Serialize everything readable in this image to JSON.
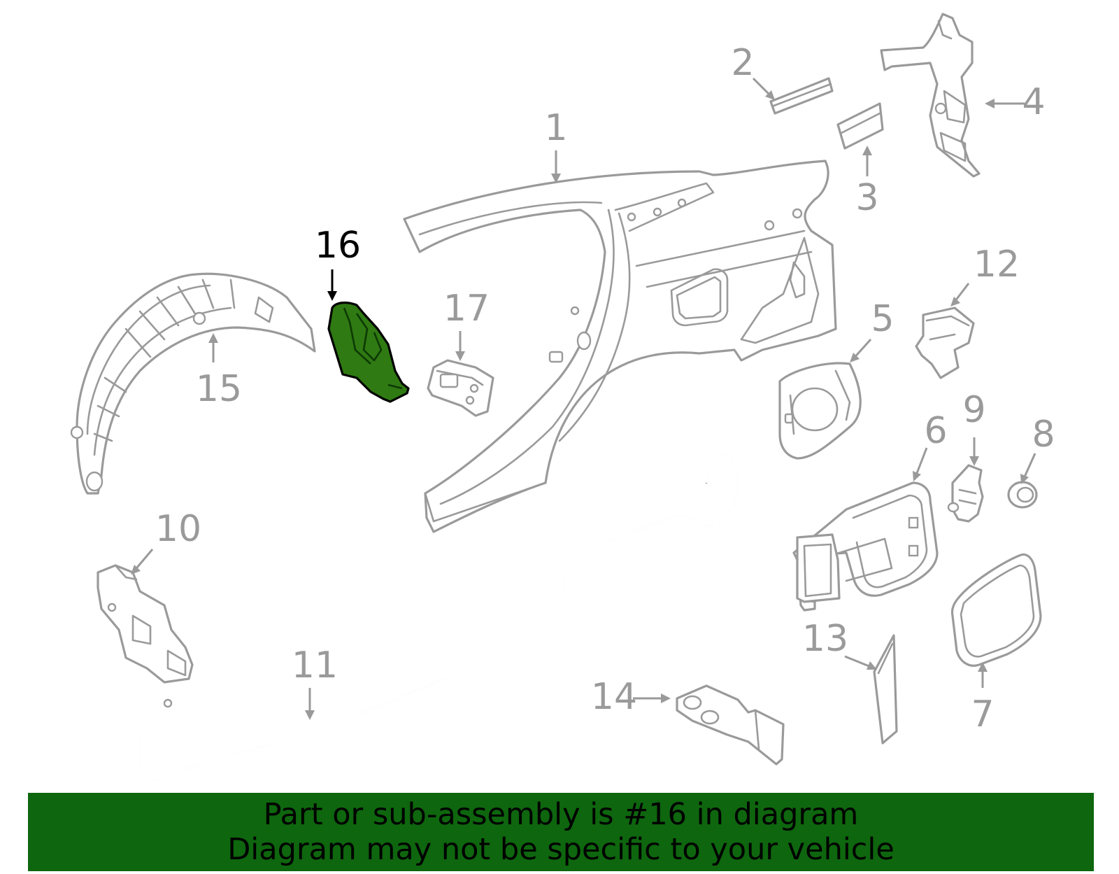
{
  "callouts": {
    "c1": "1",
    "c2": "2",
    "c3": "3",
    "c4": "4",
    "c5": "5",
    "c6": "6",
    "c7": "7",
    "c8": "8",
    "c9": "9",
    "c10": "10",
    "c11": "11",
    "c12": "12",
    "c13": "13",
    "c14": "14",
    "c15": "15",
    "c16": "16",
    "c17": "17"
  },
  "highlighted_part": "16",
  "colors": {
    "highlight_fill": "#2f7a12",
    "banner_background": "#0e660e",
    "line_art": "#9a9a9a"
  },
  "banner": {
    "line1": "Part or sub-assembly is #16 in diagram",
    "line2": "Diagram may not be specific to your vehicle"
  }
}
